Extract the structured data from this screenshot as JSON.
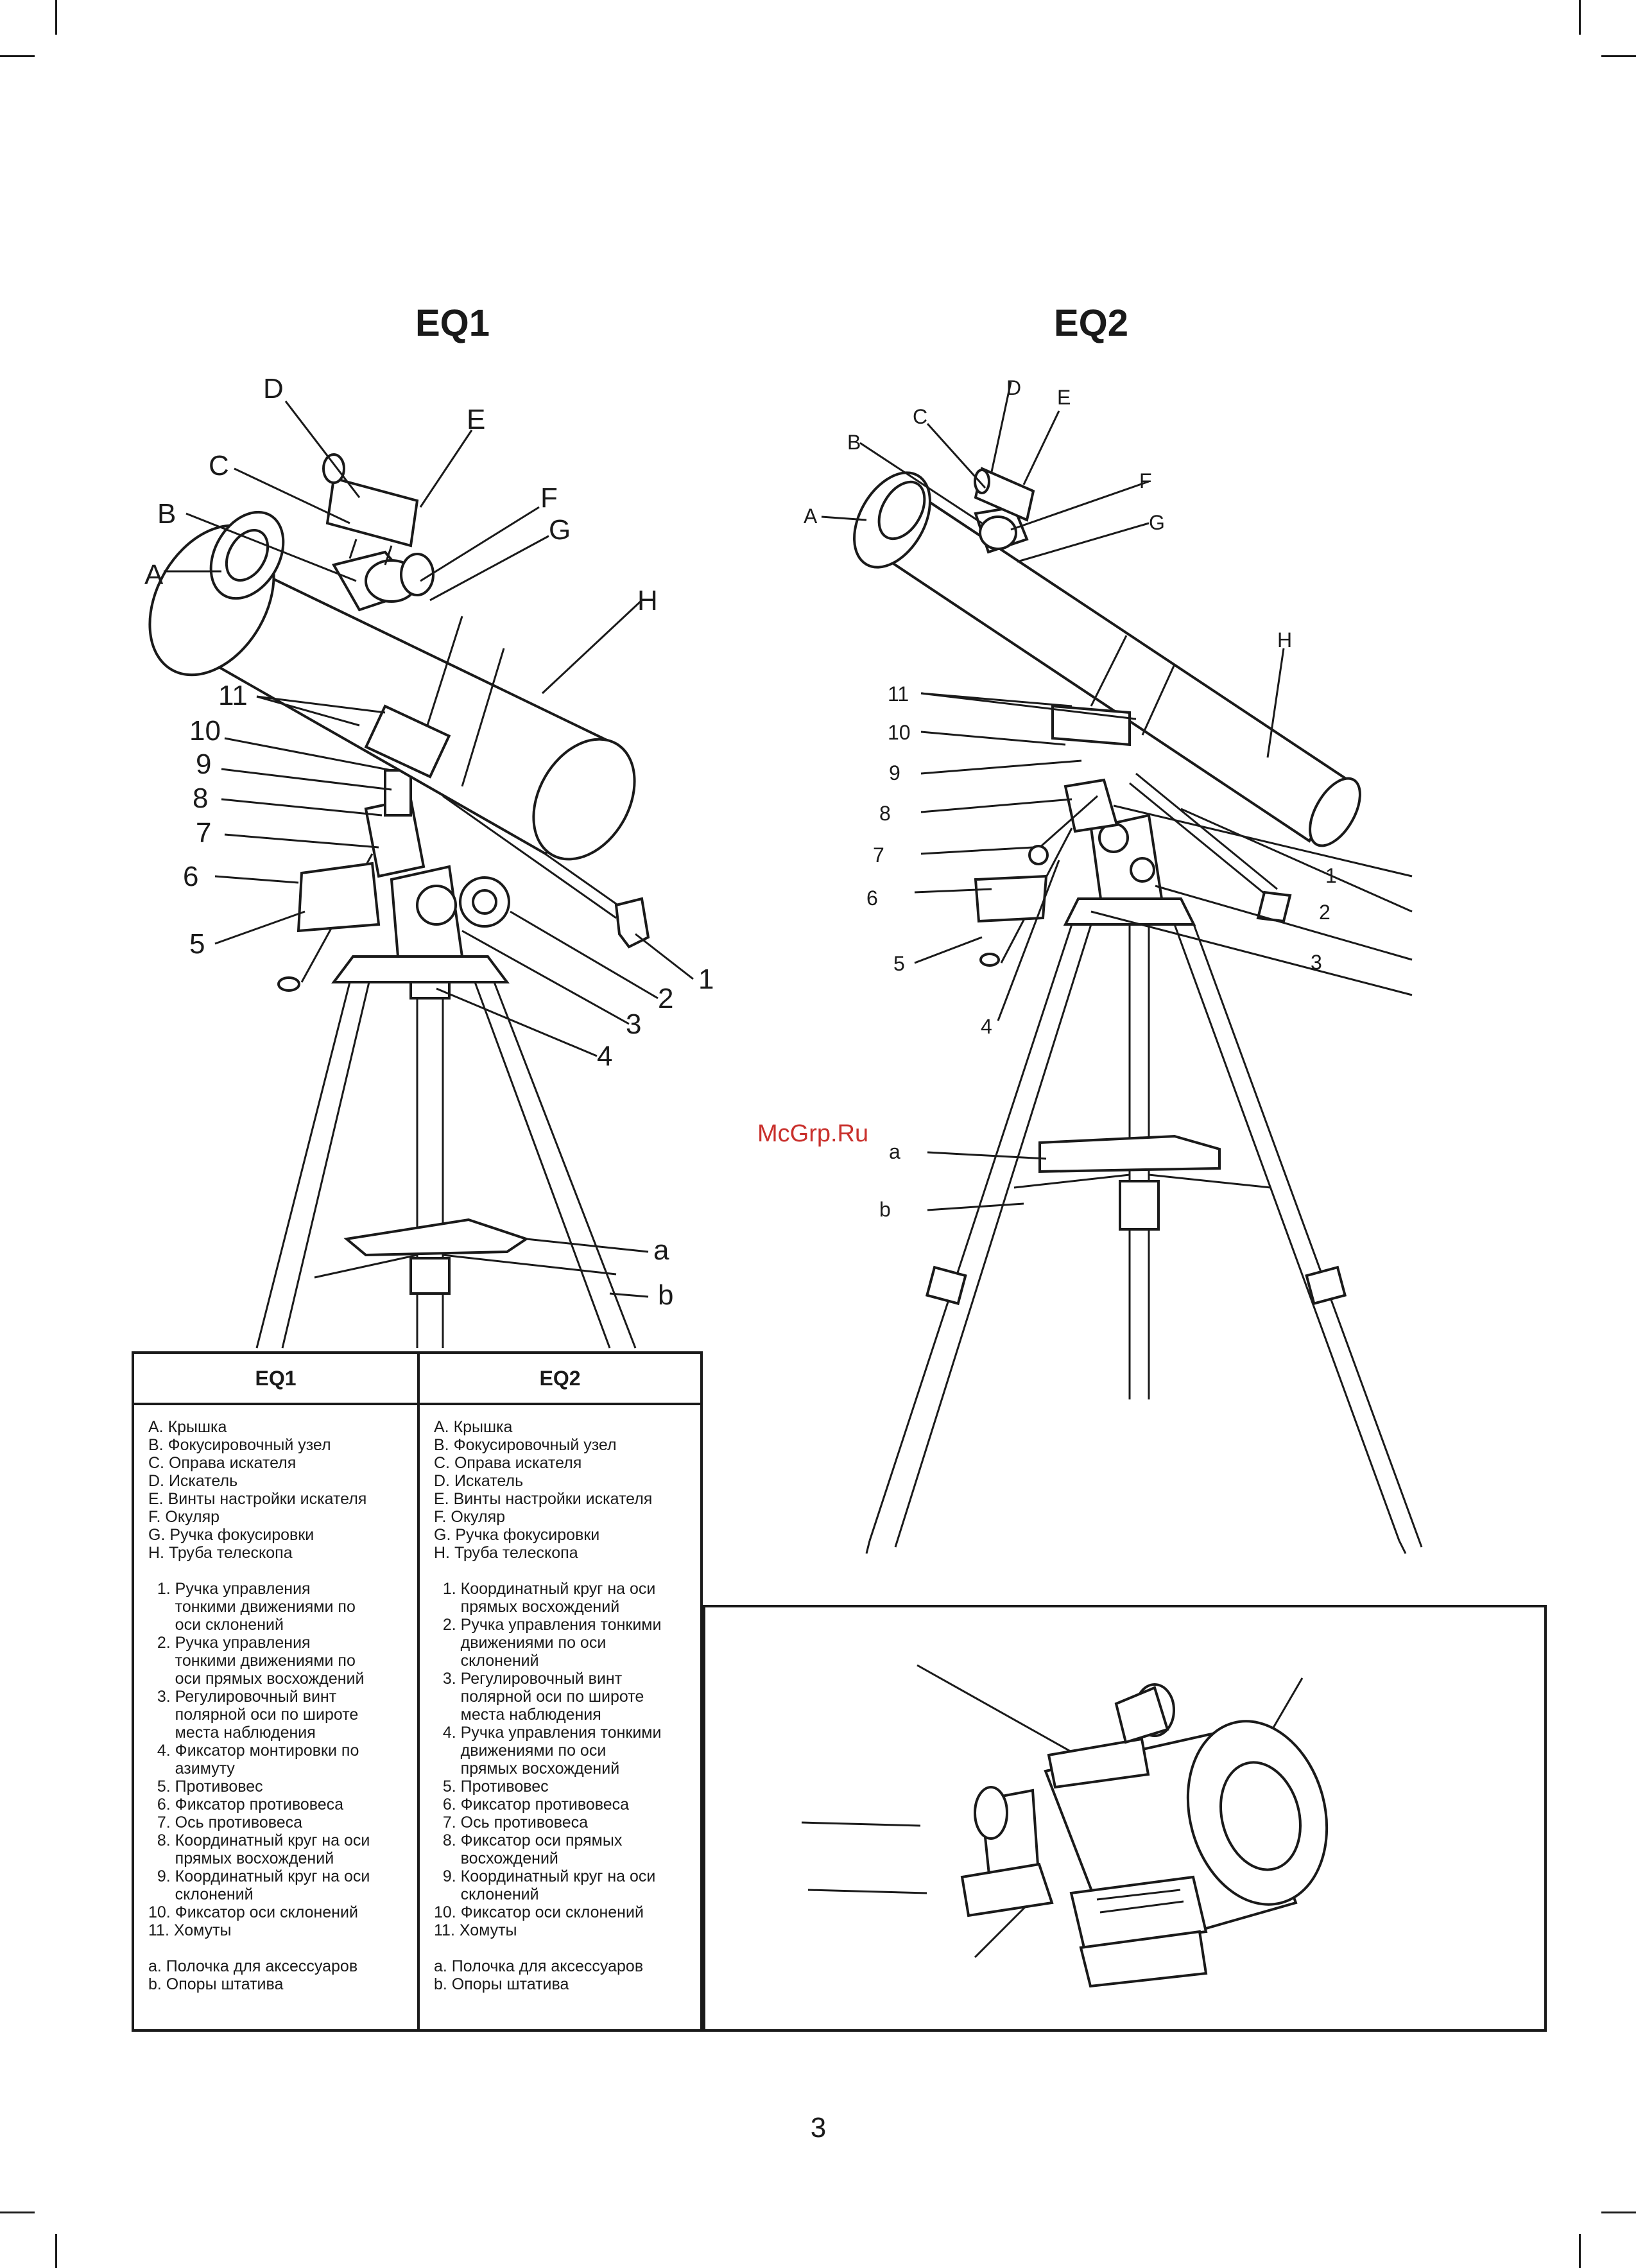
{
  "headings": {
    "eq1": "EQ1",
    "eq2": "EQ2"
  },
  "eq1_labels": {
    "A": "A",
    "B": "B",
    "C": "C",
    "D": "D",
    "E": "E",
    "F": "F",
    "G": "G",
    "H": "H",
    "n1": "1",
    "n2": "2",
    "n3": "3",
    "n4": "4",
    "n5": "5",
    "n6": "6",
    "n7": "7",
    "n8": "8",
    "n9": "9",
    "n10": "10",
    "n11": "11",
    "a": "a",
    "b": "b"
  },
  "eq2_labels": {
    "A": "A",
    "B": "B",
    "C": "C",
    "D": "D",
    "E": "E",
    "F": "F",
    "G": "G",
    "H": "H",
    "n1": "1",
    "n2": "2",
    "n3": "3",
    "n4": "4",
    "n5": "5",
    "n6": "6",
    "n7": "7",
    "n8": "8",
    "n9": "9",
    "n10": "10",
    "n11": "11",
    "a": "a",
    "b": "b"
  },
  "watermark": "McGrp.Ru",
  "legend": {
    "eq1": {
      "header": "EQ1",
      "letters": [
        "A. Крышка",
        "B. Фокусировочный узел",
        "C. Оправа искателя",
        "D. Искатель",
        "E. Винты настройки искателя",
        "F. Окуляр",
        "G. Ручка фокусировки",
        "H. Труба телескопа"
      ],
      "numbers": [
        "  1. Ручка управления",
        "      тонкими движениями по",
        "      оси склонений",
        "  2. Ручка управления",
        "      тонкими движениями по",
        "      оси прямых восхождений",
        "  3. Регулировочный винт",
        "      полярной оси по широте",
        "      места наблюдения",
        "  4. Фиксатор монтировки по",
        "      азимуту",
        "  5. Противовес",
        "  6. Фиксатор противовеса",
        "  7. Ось противовеса",
        "  8. Координатный круг на оси",
        "      прямых восхождений",
        "  9. Координатный круг на оси",
        "      склонений",
        "10. Фиксатор оси склонений",
        "11. Хомуты"
      ],
      "extras": [
        "a. Полочка для аксессуаров",
        "b. Опоры штатива"
      ]
    },
    "eq2": {
      "header": "EQ2",
      "letters": [
        "A. Крышка",
        "B. Фокусировочный узел",
        "C. Оправа искателя",
        "D. Искатель",
        "E. Винты настройки искателя",
        "F. Окуляр",
        "G. Ручка фокусировки",
        "H. Труба телескопа"
      ],
      "numbers": [
        "  1. Координатный круг на оси",
        "      прямых восхождений",
        "  2. Ручка управления тонкими",
        "      движениями по оси",
        "      склонений",
        "  3. Регулировочный винт",
        "      полярной оси по широте",
        "      места наблюдения",
        "  4. Ручка управления тонкими",
        "      движениями по оси",
        "      прямых восхождений",
        "  5. Противовес",
        "  6. Фиксатор противовеса",
        "  7. Ось противовеса",
        "  8. Фиксатор оси прямых",
        "      восхождений",
        "  9. Координатный круг на оси",
        "      склонений",
        "10. Фиксатор оси склонений",
        "11. Хомуты"
      ],
      "extras": [
        "a. Полочка для аксессуаров",
        "b. Опоры штатива"
      ]
    }
  },
  "page_number": "3"
}
